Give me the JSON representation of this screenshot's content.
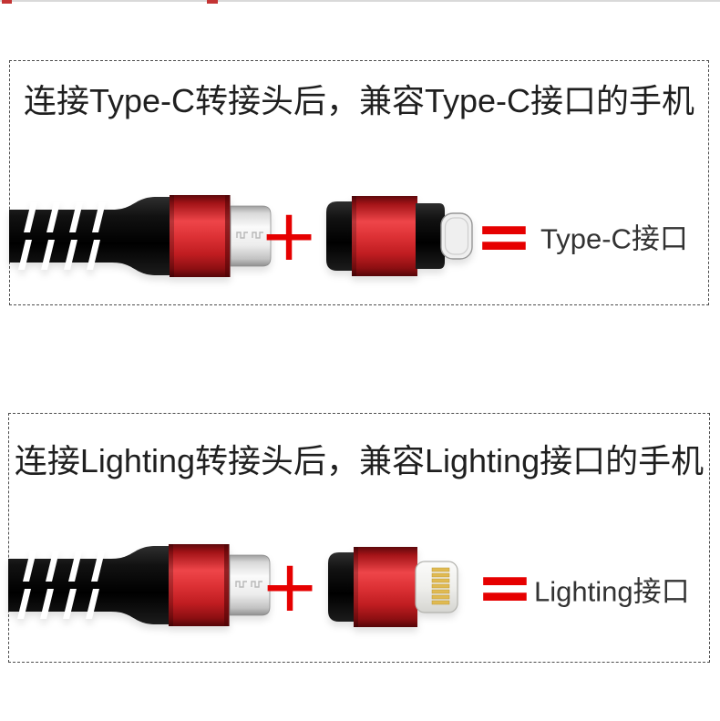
{
  "colors": {
    "accent_red": "#e60000",
    "metal_red": "#d42a2c",
    "cable_black": "#111111",
    "border_gray": "#4d4d4d",
    "title_text": "#1f1f1f",
    "label_text": "#333333"
  },
  "sections": [
    {
      "title": "连接Type-C转接头后，兼容Type-C接口的手机",
      "plus": "+",
      "equals": "=",
      "label": "Type-C接口",
      "cable_icon": "micro-usb-cable-icon",
      "adapter_icon": "type-c-adapter-icon"
    },
    {
      "title": "连接Lighting转接头后，兼容Lighting接口的手机",
      "plus": "+",
      "equals": "=",
      "label": "Lighting接口",
      "cable_icon": "micro-usb-cable-icon",
      "adapter_icon": "lightning-adapter-icon"
    }
  ]
}
